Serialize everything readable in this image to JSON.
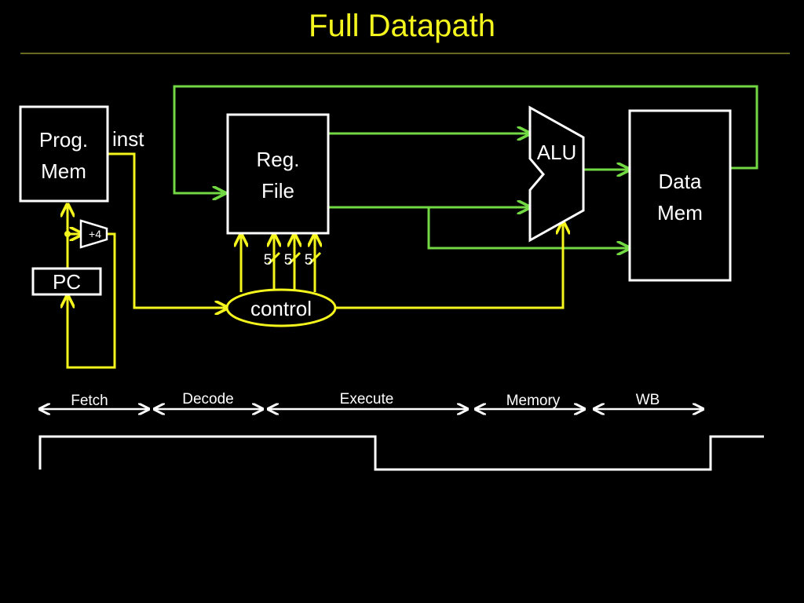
{
  "title": "Full Datapath",
  "colors": {
    "background": "#000000",
    "title": "#f5f51e",
    "control_wire": "#f5f51e",
    "data_wire": "#72d843",
    "block": "#ffffff"
  },
  "blocks": {
    "prog_mem": [
      "Prog.",
      "Mem"
    ],
    "reg_file": [
      "Reg.",
      "File"
    ],
    "alu": "ALU",
    "data_mem": [
      "Data",
      "Mem"
    ],
    "pc": "PC",
    "adder": "+4",
    "control": "control"
  },
  "wire_labels": {
    "inst": "inst",
    "reg_widths": [
      "5",
      "5",
      "5"
    ]
  },
  "stages": [
    "Fetch",
    "Decode",
    "Execute",
    "Memory",
    "WB"
  ]
}
